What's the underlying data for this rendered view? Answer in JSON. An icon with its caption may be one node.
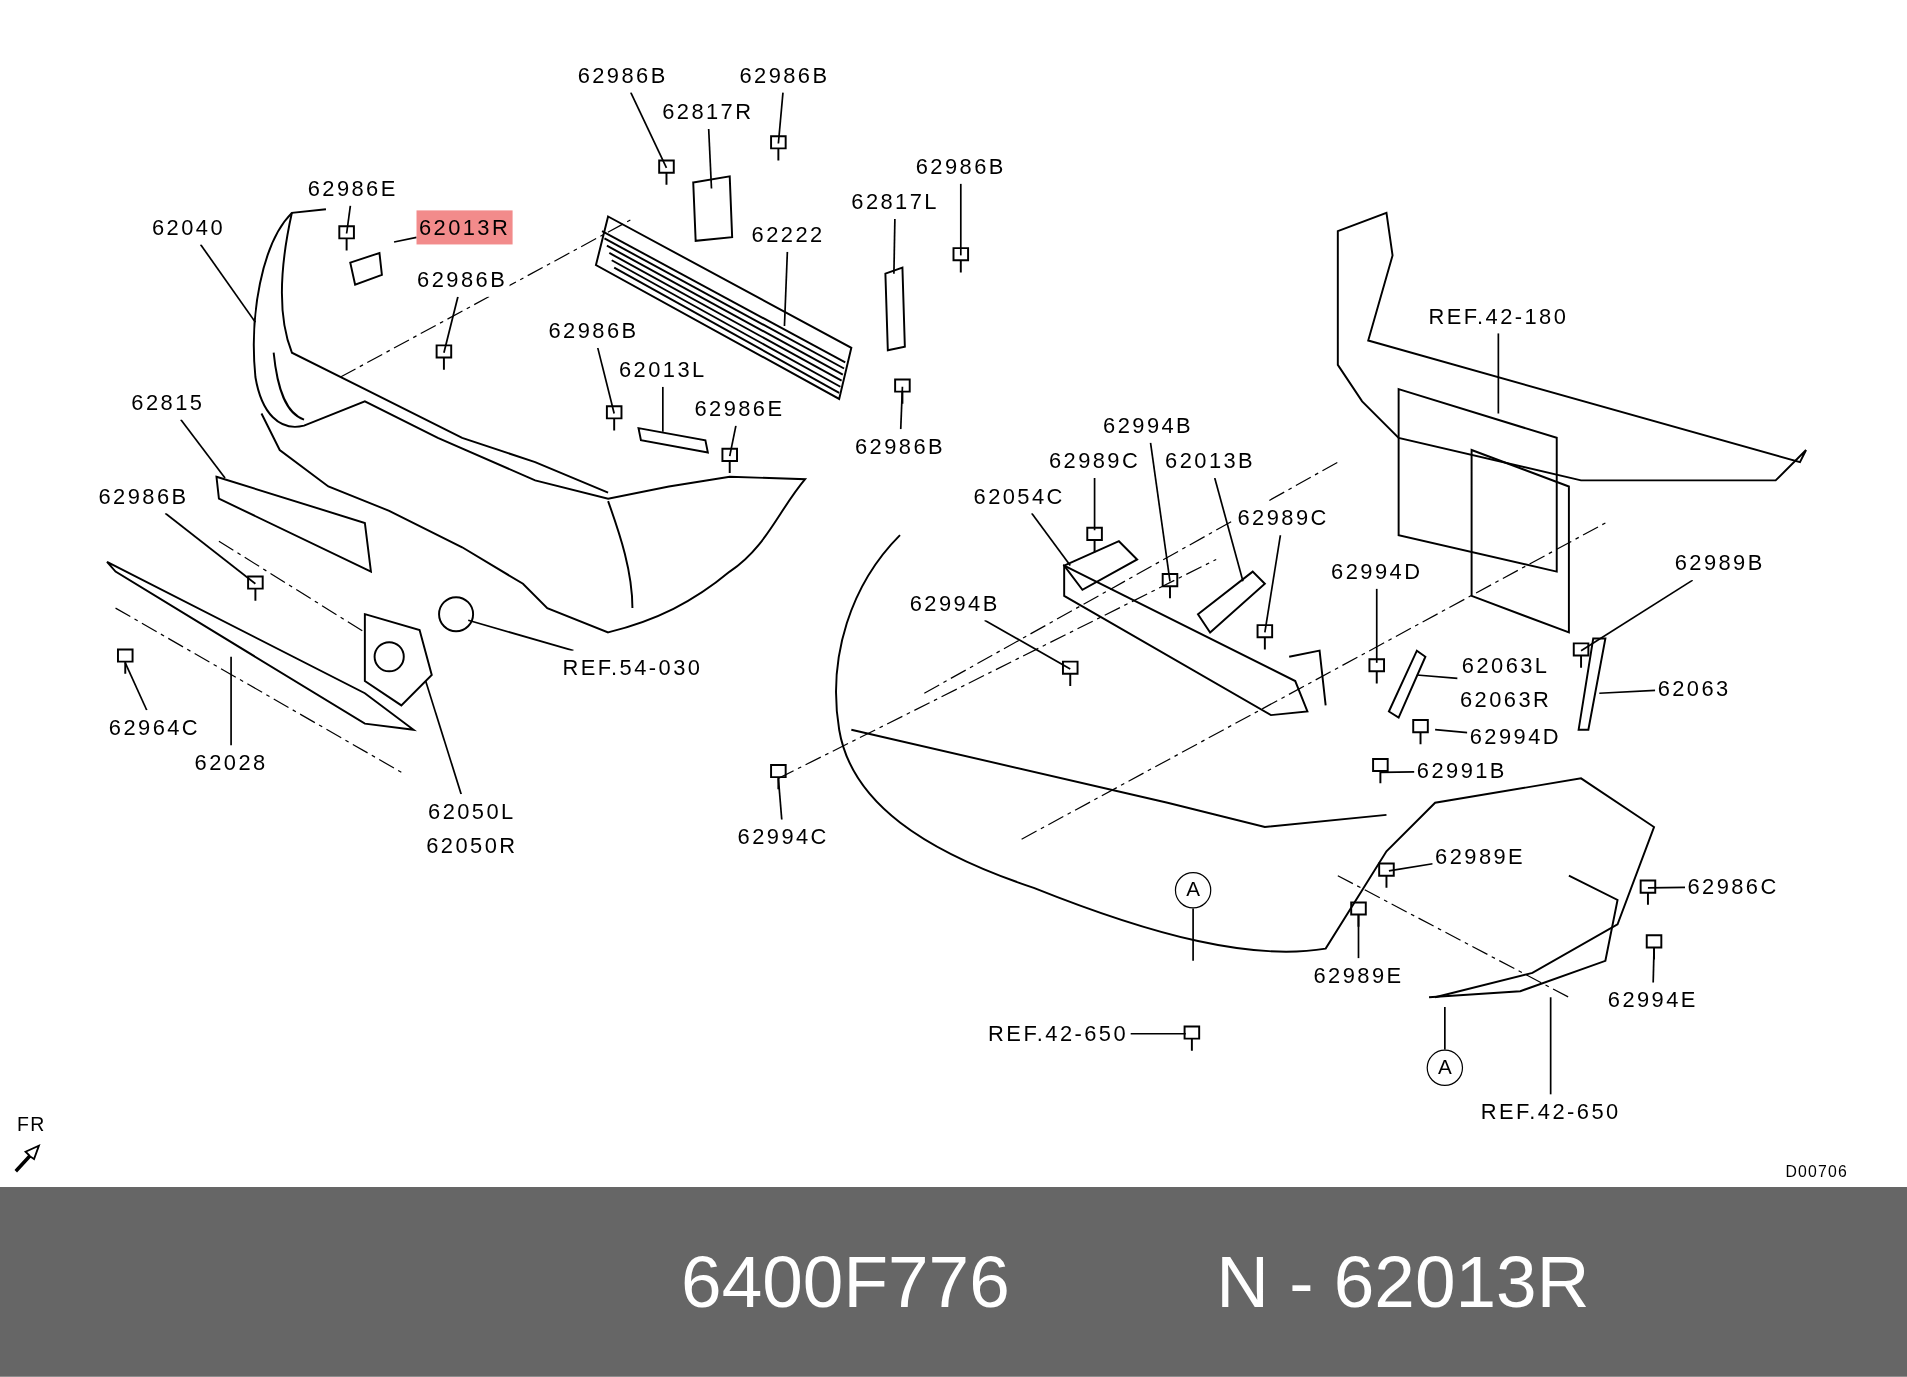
{
  "diagram": {
    "nodes": [
      {
        "text": [
          "62986B"
        ]
      },
      {
        "text": [
          "62986B"
        ]
      },
      {
        "text": [
          "62817R"
        ]
      },
      {
        "text": [
          "62986E"
        ]
      },
      {
        "text": [
          "62040"
        ]
      },
      {
        "text": [
          "62013R"
        ]
      },
      {
        "text": [
          "62986B"
        ]
      },
      {
        "text": [
          "62222"
        ]
      },
      {
        "text": [
          "62817L"
        ]
      },
      {
        "text": [
          "62986B"
        ]
      },
      {
        "text": [
          "62986B"
        ]
      },
      {
        "text": [
          "62013L"
        ]
      },
      {
        "text": [
          "62986E"
        ]
      },
      {
        "text": [
          "62986B"
        ]
      },
      {
        "text": [
          "62815"
        ]
      },
      {
        "text": [
          "62986B"
        ]
      },
      {
        "text": [
          "REF.54-030"
        ]
      },
      {
        "text": [
          "62964C"
        ]
      },
      {
        "text": [
          "62028"
        ]
      },
      {
        "text": [
          "62050L",
          "62050R"
        ]
      },
      {
        "text": [
          "REF.42-180"
        ]
      },
      {
        "text": [
          "62994B"
        ]
      },
      {
        "text": [
          "62989C"
        ]
      },
      {
        "text": [
          "62013B"
        ]
      },
      {
        "text": [
          "62054C"
        ]
      },
      {
        "text": [
          "62989C"
        ]
      },
      {
        "text": [
          "62994D"
        ]
      },
      {
        "text": [
          "62989B"
        ]
      },
      {
        "text": [
          "62994B"
        ]
      },
      {
        "text": [
          "62063L",
          "62063R"
        ]
      },
      {
        "text": [
          "62063"
        ]
      },
      {
        "text": [
          "62994D"
        ]
      },
      {
        "text": [
          "62991B"
        ]
      },
      {
        "text": [
          "62994C"
        ]
      },
      {
        "text": [
          "62989E"
        ]
      },
      {
        "text": [
          "62986C"
        ]
      },
      {
        "text": [
          "62989E"
        ]
      },
      {
        "text": [
          "62994E"
        ]
      },
      {
        "text": [
          "REF.42-650"
        ]
      },
      {
        "text": [
          "REF.42-650"
        ]
      },
      {
        "text": [
          "A"
        ]
      },
      {
        "text": [
          "A"
        ]
      }
    ],
    "edges": [
      {
        "from": 0,
        "to": null,
        "arrow": "none"
      },
      {
        "from": 1,
        "to": null,
        "arrow": "none"
      },
      {
        "from": 2,
        "to": null,
        "arrow": "none"
      },
      {
        "from": 3,
        "to": null,
        "arrow": "none"
      },
      {
        "from": 4,
        "to": null,
        "arrow": "none"
      },
      {
        "from": 5,
        "to": null,
        "arrow": "none"
      },
      {
        "from": 6,
        "to": null,
        "arrow": "none"
      },
      {
        "from": 7,
        "to": null,
        "arrow": "none"
      },
      {
        "from": 8,
        "to": null,
        "arrow": "none"
      },
      {
        "from": 9,
        "to": null,
        "arrow": "none"
      },
      {
        "from": 10,
        "to": null,
        "arrow": "none"
      },
      {
        "from": 11,
        "to": null,
        "arrow": "none"
      },
      {
        "from": 12,
        "to": null,
        "arrow": "none"
      },
      {
        "from": 13,
        "to": null,
        "arrow": "none"
      },
      {
        "from": 14,
        "to": null,
        "arrow": "none"
      },
      {
        "from": 15,
        "to": null,
        "arrow": "none"
      },
      {
        "from": 16,
        "to": null,
        "arrow": "none"
      },
      {
        "from": 17,
        "to": null,
        "arrow": "none"
      },
      {
        "from": 18,
        "to": null,
        "arrow": "none"
      },
      {
        "from": 19,
        "to": null,
        "arrow": "none"
      },
      {
        "from": 20,
        "to": null,
        "arrow": "none"
      },
      {
        "from": 21,
        "to": null,
        "arrow": "none"
      },
      {
        "from": 22,
        "to": null,
        "arrow": "none"
      },
      {
        "from": 23,
        "to": null,
        "arrow": "none"
      },
      {
        "from": 24,
        "to": null,
        "arrow": "none"
      },
      {
        "from": 25,
        "to": null,
        "arrow": "none"
      },
      {
        "from": 26,
        "to": null,
        "arrow": "none"
      },
      {
        "from": 27,
        "to": null,
        "arrow": "none"
      },
      {
        "from": 28,
        "to": null,
        "arrow": "none"
      },
      {
        "from": 29,
        "to": null,
        "arrow": "none"
      },
      {
        "from": 30,
        "to": null,
        "arrow": "none"
      },
      {
        "from": 31,
        "to": null,
        "arrow": "none"
      },
      {
        "from": 32,
        "to": null,
        "arrow": "none"
      },
      {
        "from": 33,
        "to": null,
        "arrow": "none"
      },
      {
        "from": 34,
        "to": null,
        "arrow": "none"
      },
      {
        "from": 35,
        "to": null,
        "arrow": "none"
      },
      {
        "from": 36,
        "to": null,
        "arrow": "none"
      },
      {
        "from": 37,
        "to": null,
        "arrow": "none"
      },
      {
        "from": 38,
        "to": null,
        "arrow": "none"
      },
      {
        "from": 39,
        "to": null,
        "arrow": "none"
      },
      {
        "from": 40,
        "to": null,
        "arrow": "none"
      },
      {
        "from": 41,
        "to": null,
        "arrow": "none"
      }
    ],
    "labels": [
      "FR",
      "D00706",
      "6400F776",
      "N - 62013R"
    ]
  }
}
